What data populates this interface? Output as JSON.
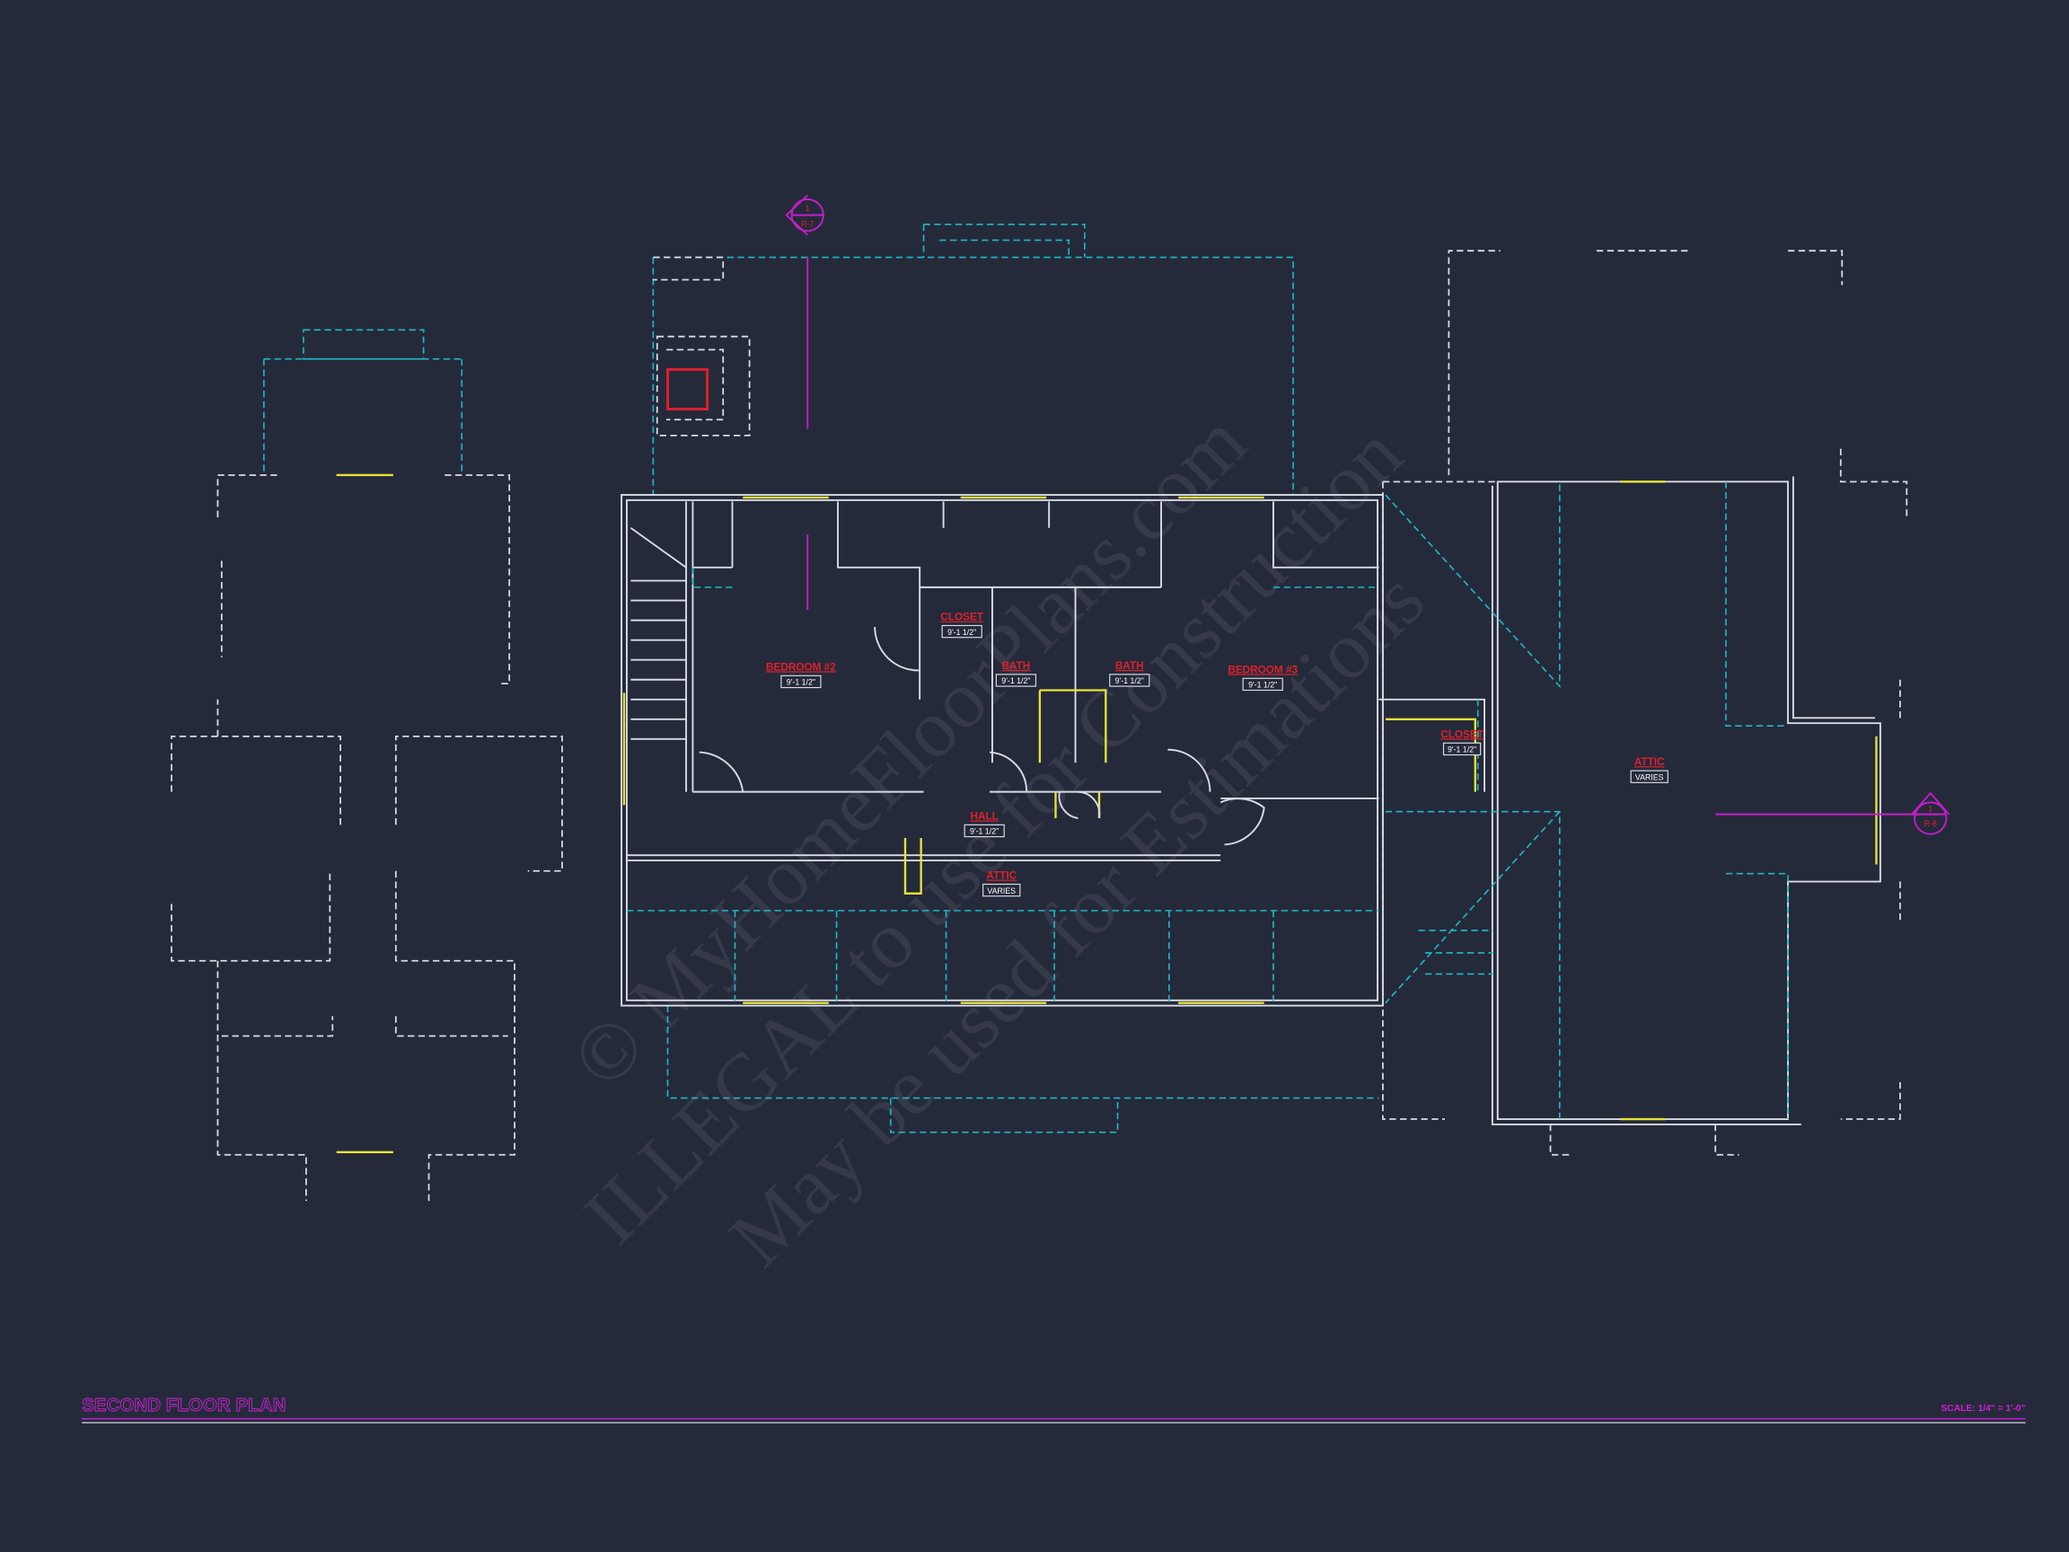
{
  "drawing": {
    "title": "SECOND FLOOR PLAN",
    "scale": "SCALE: 1/4\" = 1'-0\"",
    "colors": {
      "background": "#252a3b",
      "walls": "#d8dbe3",
      "hidden_lines": "#1fb9c4",
      "windows_doors": "#e6e23a",
      "annotations": "#c21fd6",
      "room_labels": "#e0202a"
    },
    "rooms": [
      {
        "name": "BEDROOM #2",
        "height": "9'-1 1/2\""
      },
      {
        "name": "CLOSET",
        "height": "9'-1 1/2\""
      },
      {
        "name": "BATH",
        "height": "9'-1 1/2\""
      },
      {
        "name": "BATH",
        "height": "9'-1 1/2\""
      },
      {
        "name": "BEDROOM #3",
        "height": "9'-1 1/2\""
      },
      {
        "name": "HALL",
        "height": "9'-1 1/2\""
      },
      {
        "name": "ATTIC",
        "height": "VARIES"
      },
      {
        "name": "CLOSET",
        "height": "9'-1 1/2\""
      },
      {
        "name": "ATTIC",
        "height": "VARIES"
      }
    ],
    "section_markers": [
      {
        "number": "1",
        "sheet": "R-7"
      },
      {
        "number": "1",
        "sheet": "R-8"
      }
    ],
    "watermark": [
      "© MyHomeFloorPlans.com",
      "ILLEGAL to use for Construction",
      "May be used for Estimations"
    ]
  }
}
